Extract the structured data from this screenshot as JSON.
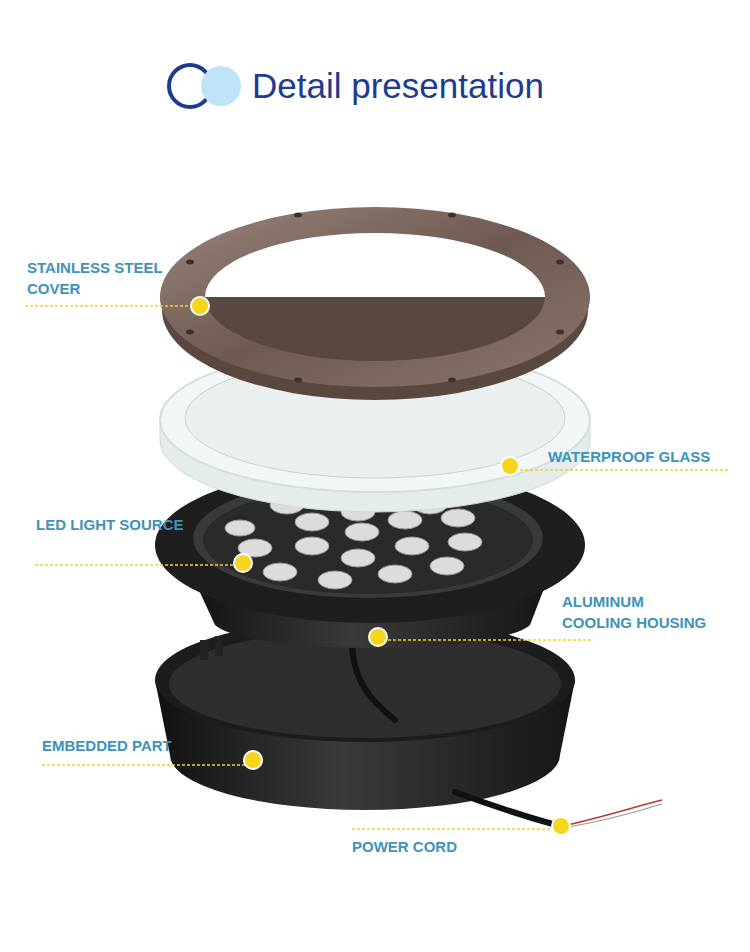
{
  "diagram": {
    "title": "Detail presentation",
    "labels": [
      "STAINLESS STEEL COVER",
      "WATERPROOF GLASS",
      "LED LIGHT SOURCE",
      "ALUMINUM COOLING HOUSING",
      "EMBEDDED PART",
      "POWER CORD"
    ]
  }
}
